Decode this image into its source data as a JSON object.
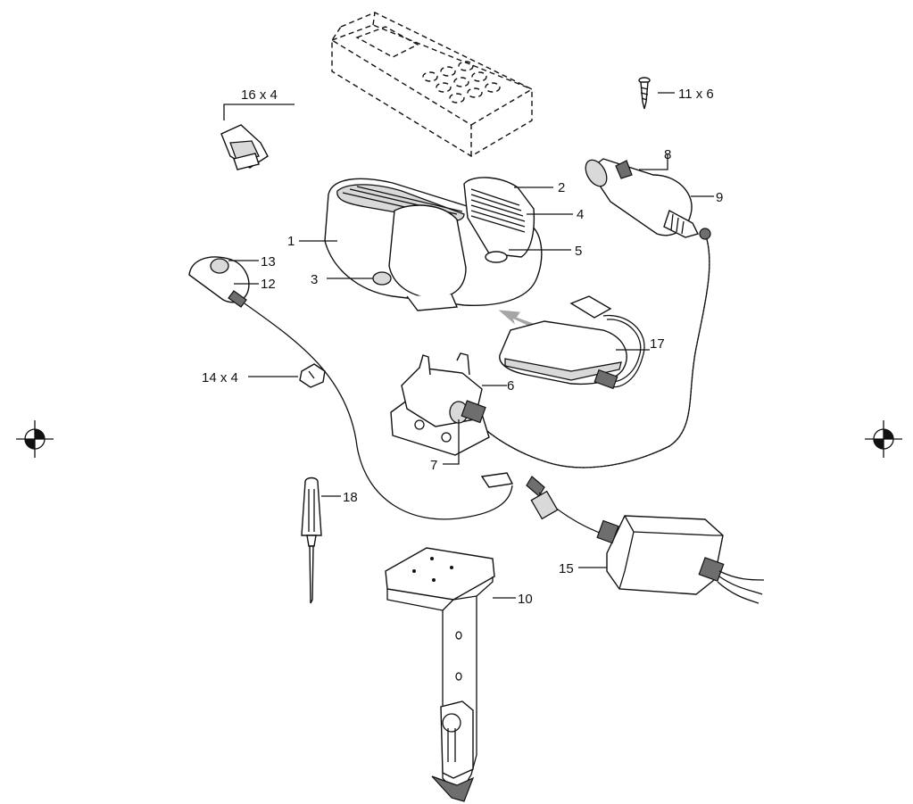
{
  "callouts": {
    "c1": "1",
    "c2": "2",
    "c3": "3",
    "c4": "4",
    "c5": "5",
    "c6": "6",
    "c7": "7",
    "c8": "8",
    "c9": "9",
    "c10": "10",
    "c11": "11 x 6",
    "c12": "12",
    "c13": "13",
    "c14": "14 x 4",
    "c15": "15",
    "c16": "16 x 4",
    "c17": "17",
    "c18": "18"
  },
  "colors": {
    "line": "#111111",
    "arrow": "#a6a6a6",
    "shade": "#d9d9d9"
  },
  "icons": [
    "registration-mark-icon",
    "registration-mark-icon"
  ]
}
